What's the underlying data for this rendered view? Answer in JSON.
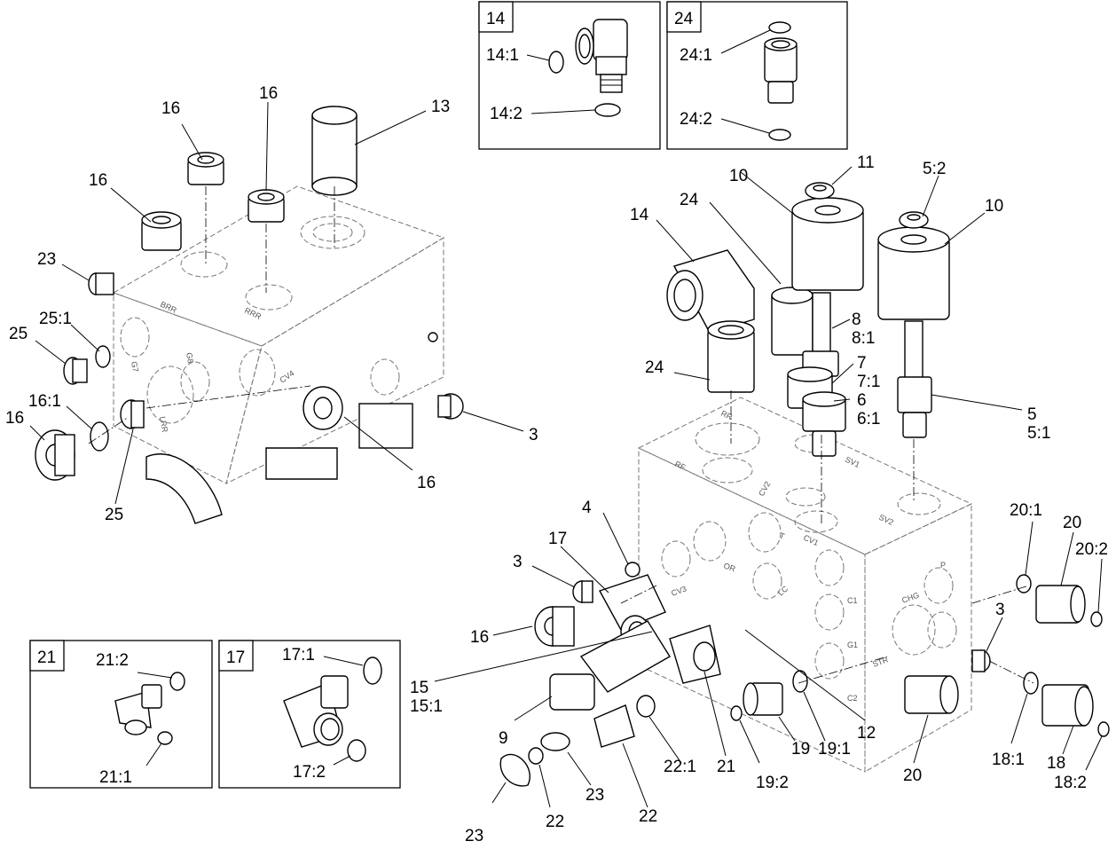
{
  "inset_titles": {
    "i14": "14",
    "i24": "24",
    "i21": "21",
    "i17": "17"
  },
  "callouts": {
    "c14_1": "14:1",
    "c14_2": "14:2",
    "c24_1": "24:1",
    "c24_2": "24:2",
    "c21_2": "21:2",
    "c21_1": "21:1",
    "c17_1": "17:1",
    "c17_2": "17:2",
    "l_13": "13",
    "l_16a": "16",
    "l_16b": "16",
    "l_16c": "16",
    "l_16d": "16",
    "l_16e": "16",
    "l_16f": "16",
    "l_23a": "23",
    "l_25_1": "25:1",
    "l_25a": "25",
    "l_16_1": "16:1",
    "l_25b": "25",
    "l_3a": "3",
    "l_10a": "10",
    "l_11": "11",
    "l_5_2": "5:2",
    "l_10b": "10",
    "l_14": "14",
    "l_24a": "24",
    "l_8": "8",
    "l_8_1": "8:1",
    "l_7": "7",
    "l_7_1": "7:1",
    "l_6": "6",
    "l_6_1": "6:1",
    "l_5": "5",
    "l_5_1": "5:1",
    "l_24b": "24",
    "l_4": "4",
    "l_17": "17",
    "l_3b": "3",
    "l_15": "15",
    "l_15_1": "15:1",
    "l_9": "9",
    "l_23b": "23",
    "l_23c": "23",
    "l_22a": "22",
    "l_22b": "22",
    "l_22_1": "22:1",
    "l_21": "21",
    "l_12": "12",
    "l_19": "19",
    "l_19_1": "19:1",
    "l_19_2": "19:2",
    "l_20a": "20",
    "l_20_1": "20:1",
    "l_20b": "20",
    "l_20_2": "20:2",
    "l_3c": "3",
    "l_18_1": "18:1",
    "l_18": "18",
    "l_18_2": "18:2"
  },
  "port_marks": {
    "lrr": "LRR",
    "g7": "G7",
    "g8": "G8",
    "cv4": "CV4",
    "rrr": "RRR",
    "brr": "BRR",
    "or": "OR",
    "t": "T",
    "cv3": "CV3",
    "lc": "LC",
    "c1": "C1",
    "g1": "G1",
    "c2": "C2",
    "chg": "CHG",
    "p": "P",
    "str": "STR",
    "cv1": "CV1",
    "cv2": "CV2",
    "sv1": "SV1",
    "sv2": "SV2",
    "rf": "RF",
    "rr": "RR"
  }
}
